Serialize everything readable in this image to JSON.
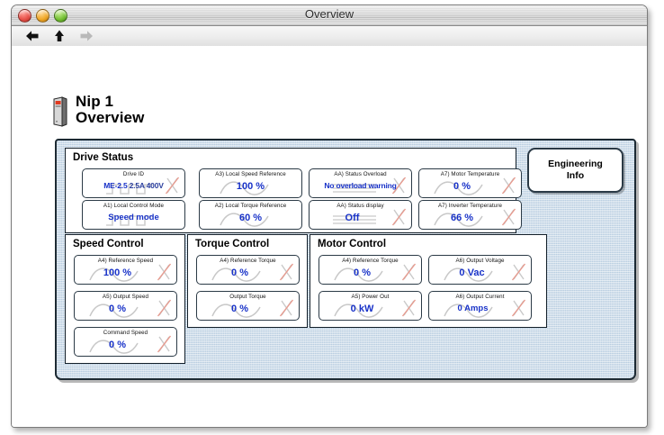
{
  "window": {
    "title": "Overview",
    "traffic_lights": [
      "close-button",
      "minimize-button",
      "zoom-button"
    ],
    "toolbar": {
      "back_label": "Back",
      "up_label": "Up",
      "forward_label": "Forward"
    }
  },
  "page": {
    "heading_line1": "Nip 1",
    "heading_line2": "Overview",
    "icon": "drive-cabinet-icon"
  },
  "engineering_info_button": {
    "line1": "Engineering",
    "line2": "Info"
  },
  "panels": [
    {
      "id": "drive-status",
      "title": "Drive Status",
      "cells": [
        {
          "label": "Drive ID",
          "value": "ME-2.5 2.5A 400V",
          "value_prefix": "ME-2.5",
          "value_suffix": "2.5A 400V",
          "size": "xsmall",
          "watermark": "square-wave",
          "icon": "crossed-bowtie-icon"
        },
        {
          "label": "A3) Local Speed Reference",
          "value": "100 %",
          "size": "normal",
          "watermark": "sine-wave",
          "icon": "none"
        },
        {
          "label": "AA) Status Overload",
          "value": "No overload warning",
          "size": "xsmall",
          "watermark": "bars",
          "icon": "crossed-bowtie-icon"
        },
        {
          "label": "A7) Motor Temperature",
          "value": "0 %",
          "size": "normal",
          "watermark": "sine-wave",
          "icon": "crossed-bowtie-icon"
        },
        {
          "label": "A1) Local Control Mode",
          "value": "Speed mode",
          "size": "small",
          "watermark": "square-wave",
          "icon": "none"
        },
        {
          "label": "A2) Local Torque Reference",
          "value": "60 %",
          "size": "normal",
          "watermark": "sine-wave",
          "icon": "none"
        },
        {
          "label": "AA) Status display",
          "value": "Off",
          "size": "normal",
          "watermark": "bars",
          "icon": "crossed-bowtie-icon"
        },
        {
          "label": "A7) Inverter Temperature",
          "value": "66 %",
          "size": "normal",
          "watermark": "sine-wave",
          "icon": "crossed-bowtie-icon"
        }
      ]
    },
    {
      "id": "speed-control",
      "title": "Speed Control",
      "cells": [
        {
          "label": "A4) Reference Speed",
          "value": "100 %",
          "size": "normal",
          "watermark": "sine-wave",
          "icon": "crossed-bowtie-icon"
        },
        {
          "label": "A5) Output Speed",
          "value": "0 %",
          "size": "normal",
          "watermark": "sine-wave",
          "icon": "crossed-bowtie-icon"
        },
        {
          "label": "Command Speed",
          "value": "0 %",
          "size": "normal",
          "watermark": "sine-wave",
          "icon": "crossed-bowtie-icon"
        }
      ]
    },
    {
      "id": "torque-control",
      "title": "Torque Control",
      "cells": [
        {
          "label": "A4) Reference Torque",
          "value": "0 %",
          "size": "normal",
          "watermark": "sine-wave",
          "icon": "crossed-bowtie-icon"
        },
        {
          "label": "Output Torque",
          "value": "0 %",
          "size": "normal",
          "watermark": "sine-wave",
          "icon": "crossed-bowtie-icon"
        }
      ]
    },
    {
      "id": "motor-control",
      "title": "Motor Control",
      "cells": [
        {
          "label": "A4) Reference Torque",
          "value": "0 %",
          "size": "normal",
          "watermark": "sine-wave",
          "icon": "crossed-bowtie-icon"
        },
        {
          "label": "A6) Output Voltage",
          "value": "0 Vac",
          "size": "normal",
          "watermark": "sine-wave",
          "icon": "crossed-bowtie-icon"
        },
        {
          "label": "A5) Power Out",
          "value": "0 kW",
          "size": "normal",
          "watermark": "sine-wave",
          "icon": "crossed-bowtie-icon"
        },
        {
          "label": "A6) Output Current",
          "value": "0 Amps",
          "size": "normal",
          "watermark": "sine-wave",
          "icon": "crossed-bowtie-icon"
        }
      ]
    }
  ],
  "colors": {
    "value_blue": "#1832c8",
    "panel_blue": "#b8cde0",
    "border_dark": "#1d2a33"
  }
}
